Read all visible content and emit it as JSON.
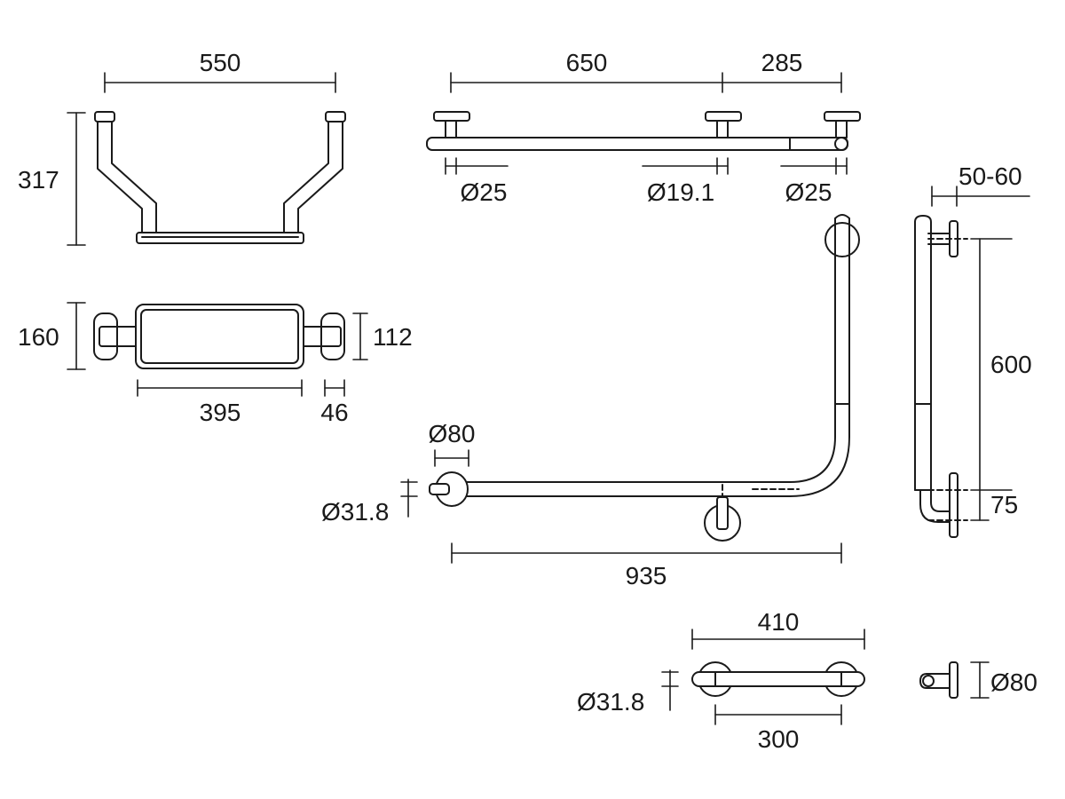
{
  "dimensions": {
    "seat_width": "550",
    "seat_height": "317",
    "seat_depth": "160",
    "seat_pad_length": "395",
    "seat_bracket_width": "46",
    "seat_pad_depth": "112",
    "rail_length": "650",
    "rail_offset": "285",
    "rail_tube_left": "Ø25",
    "rail_tube_mid": "Ø19.1",
    "rail_tube_right": "Ø25",
    "angle_flange": "Ø80",
    "angle_tube": "Ø31.8",
    "angle_length": "935",
    "side_projection": "50-60",
    "side_height": "600",
    "side_bend": "75",
    "straight_length": "410",
    "straight_centers": "300",
    "straight_tube": "Ø31.8",
    "straight_flange": "Ø80"
  }
}
